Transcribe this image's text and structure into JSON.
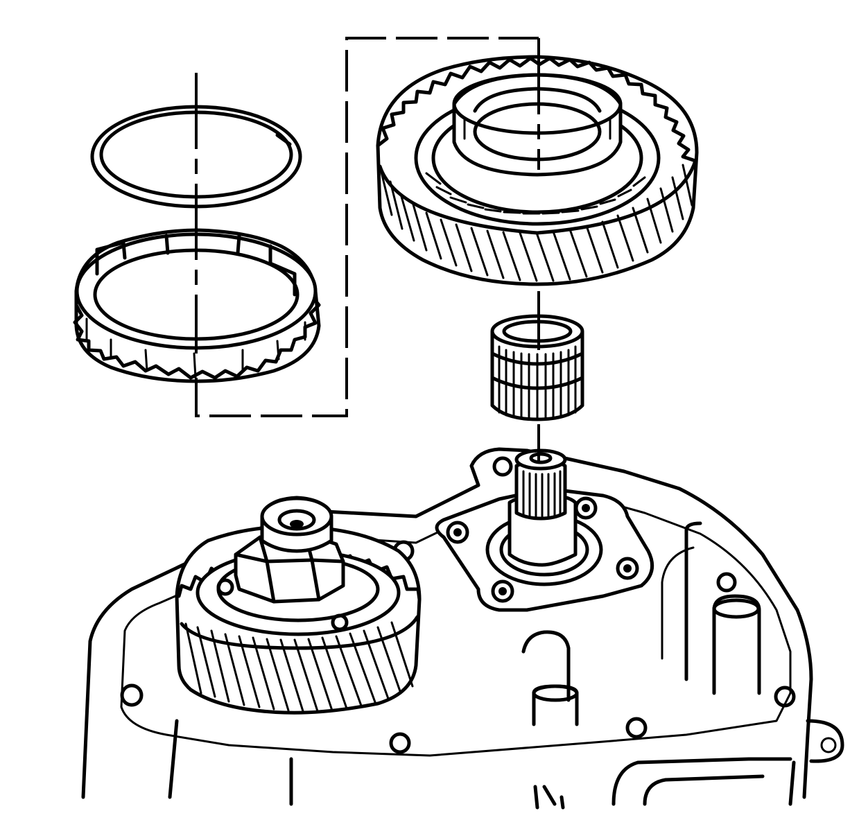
{
  "figure": {
    "kind": "exploded-assembly-illustration",
    "parts": [
      {
        "id": "snap-ring",
        "icon": "snap-ring-icon"
      },
      {
        "id": "synchronizer-blocker-ring",
        "icon": "blocker-ring-icon"
      },
      {
        "id": "helical-gear",
        "icon": "helical-gear-icon"
      },
      {
        "id": "needle-bearing",
        "icon": "needle-bearing-icon"
      },
      {
        "id": "mainshaft",
        "icon": "splined-shaft-icon"
      },
      {
        "id": "countershaft-gear",
        "icon": "countershaft-gear-icon"
      },
      {
        "id": "transmission-case",
        "icon": "gear-case-icon"
      }
    ],
    "colors": {
      "line": "#000000",
      "background": "#ffffff"
    }
  }
}
